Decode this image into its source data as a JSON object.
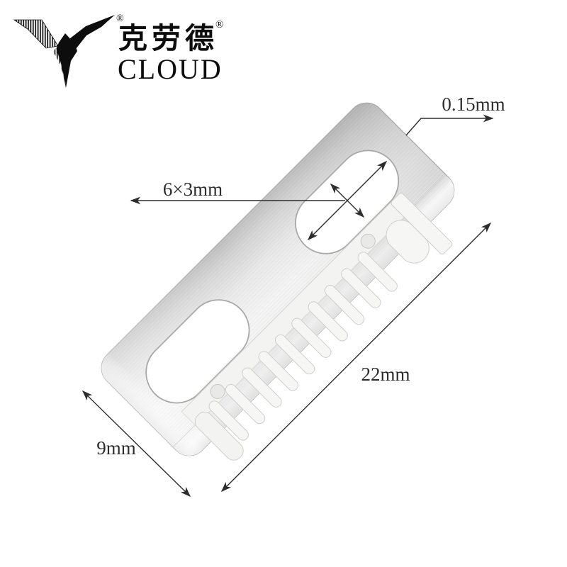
{
  "logo": {
    "icon": "cloud-bird-logo",
    "registered_mark": "®",
    "brand_cn": "克劳德",
    "brand_en": "CLOUD"
  },
  "illustration": {
    "name": "comb-razor-blade",
    "dimensions": {
      "thickness_label": "0.15mm",
      "slot_label": "6×3mm",
      "length_label": "22mm",
      "width_label": "9mm"
    }
  },
  "colors": {
    "logo_ink": "#0d0d0d",
    "dimension_line": "#2d2d2d",
    "metal_light": "#f6f6f6",
    "metal_dark": "#c0c0c0",
    "comb_panel": "#f3f3f1",
    "blade_outline": "#b0b0b0",
    "background": "#ffffff"
  }
}
